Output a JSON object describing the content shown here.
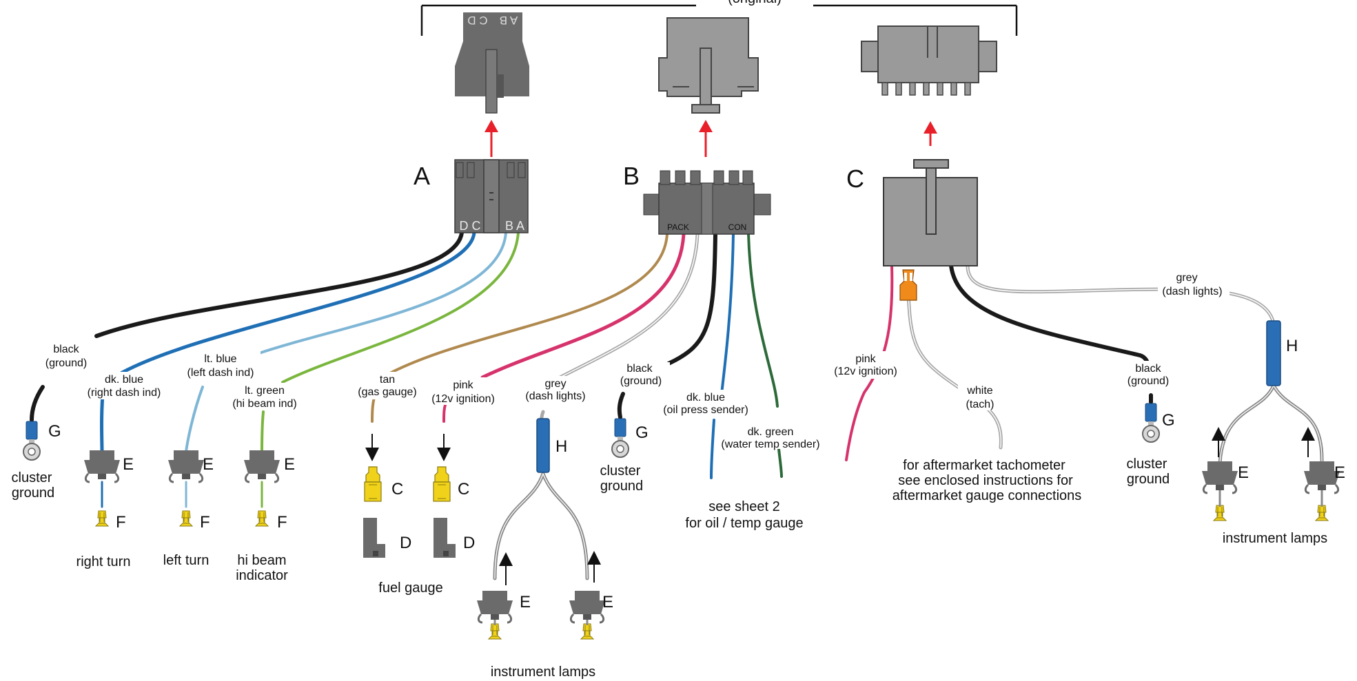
{
  "colors": {
    "connector_dark": "#6b6b6b",
    "connector_light": "#9a9a9a",
    "arrow_red": "#e8202a",
    "black": "#1a1a1a",
    "dk_blue": "#1f6fb5",
    "lt_blue": "#7fb6d6",
    "lt_green": "#7ab63e",
    "tan": "#b0894f",
    "pink": "#d6336c",
    "grey": "#a8a8a8",
    "dk_green": "#2d6a3a",
    "white": "#e9e9e9",
    "terminal_blue": "#2a6fb5",
    "terminal_yellow": "#f0d21a",
    "orange": "#f08a1a"
  },
  "bracket_label": "(original)",
  "connectors": {
    "A": {
      "letter": "A",
      "pins_left": "D C",
      "pins_right": "B A",
      "flip_left": "C D",
      "flip_right": "A B"
    },
    "B": {
      "letter": "B",
      "pack": "PACK",
      "con": "CON"
    },
    "C": {
      "letter": "C"
    }
  },
  "wires": {
    "a_black": {
      "name": "black",
      "desc": "(ground)"
    },
    "a_dkblue": {
      "name": "dk. blue",
      "desc": "(right dash ind)"
    },
    "a_ltblue": {
      "name": "lt. blue",
      "desc": "(left dash ind)"
    },
    "a_ltgreen": {
      "name": "lt. green",
      "desc": "(hi beam ind)"
    },
    "b_tan": {
      "name": "tan",
      "desc": "(gas gauge)"
    },
    "b_pink": {
      "name": "pink",
      "desc": "(12v ignition)"
    },
    "b_grey": {
      "name": "grey",
      "desc": "(dash lights)"
    },
    "b_black": {
      "name": "black",
      "desc": "(ground)"
    },
    "b_dkblue": {
      "name": "dk. blue",
      "desc": "(oil press sender)"
    },
    "b_dkgreen": {
      "name": "dk. green",
      "desc": "(water temp sender)"
    },
    "c_pink": {
      "name": "pink",
      "desc": "(12v ignition)"
    },
    "c_white": {
      "name": "white",
      "desc": "(tach)"
    },
    "c_black": {
      "name": "black",
      "desc": "(ground)"
    },
    "c_grey": {
      "name": "grey",
      "desc": "(dash lights)"
    }
  },
  "part_letters": {
    "C": "C",
    "D": "D",
    "E": "E",
    "F": "F",
    "G": "G",
    "H": "H"
  },
  "captions": {
    "cluster_ground_1": "cluster",
    "cluster_ground_2": "ground",
    "right_turn": "right turn",
    "left_turn": "left turn",
    "hi_beam_1": "hi beam",
    "hi_beam_2": "indicator",
    "fuel_gauge": "fuel gauge",
    "instrument_lamps": "instrument lamps",
    "see_sheet_1": "see sheet 2",
    "see_sheet_2": "for oil / temp gauge",
    "tach_1": "for aftermarket tachometer",
    "tach_2": "see enclosed instructions for",
    "tach_3": "aftermarket gauge connections"
  }
}
